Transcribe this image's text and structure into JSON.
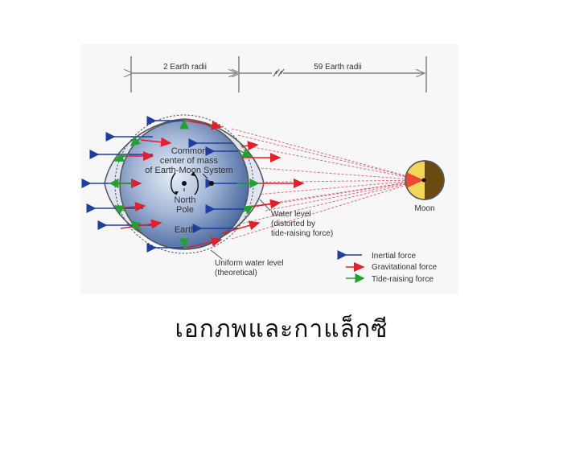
{
  "dimensions": {
    "left_label": "2 Earth radii",
    "right_label": "59 Earth radii"
  },
  "earth": {
    "center_label_line1": "Common",
    "center_label_line2": "center of mass",
    "center_label_line3": "of Earth-Moon System",
    "pole_label_line1": "North",
    "pole_label_line2": "Pole",
    "earth_label": "Earth"
  },
  "annotations": {
    "water_level_line1": "Water level",
    "water_level_line2": "(distorted by",
    "water_level_line3": "tide-raising force)",
    "uniform_line1": "Uniform water level",
    "uniform_line2": "(theoretical)",
    "moon_label": "Moon"
  },
  "legend": {
    "items": [
      {
        "label": "Inertial force",
        "color": "#1e3fa0"
      },
      {
        "label": "Gravitational force",
        "color": "#e0202a"
      },
      {
        "label": "Tide-raising force",
        "color": "#22a030"
      }
    ]
  },
  "colors": {
    "inertial": "#1e3fa0",
    "gravitational": "#e0202a",
    "tide": "#22a030",
    "moon_light": "#f2d65a",
    "moon_dark": "#6b4a12",
    "earth_blue": "#4a6fa8"
  },
  "caption": "เอกภพและกาแล็กซี"
}
